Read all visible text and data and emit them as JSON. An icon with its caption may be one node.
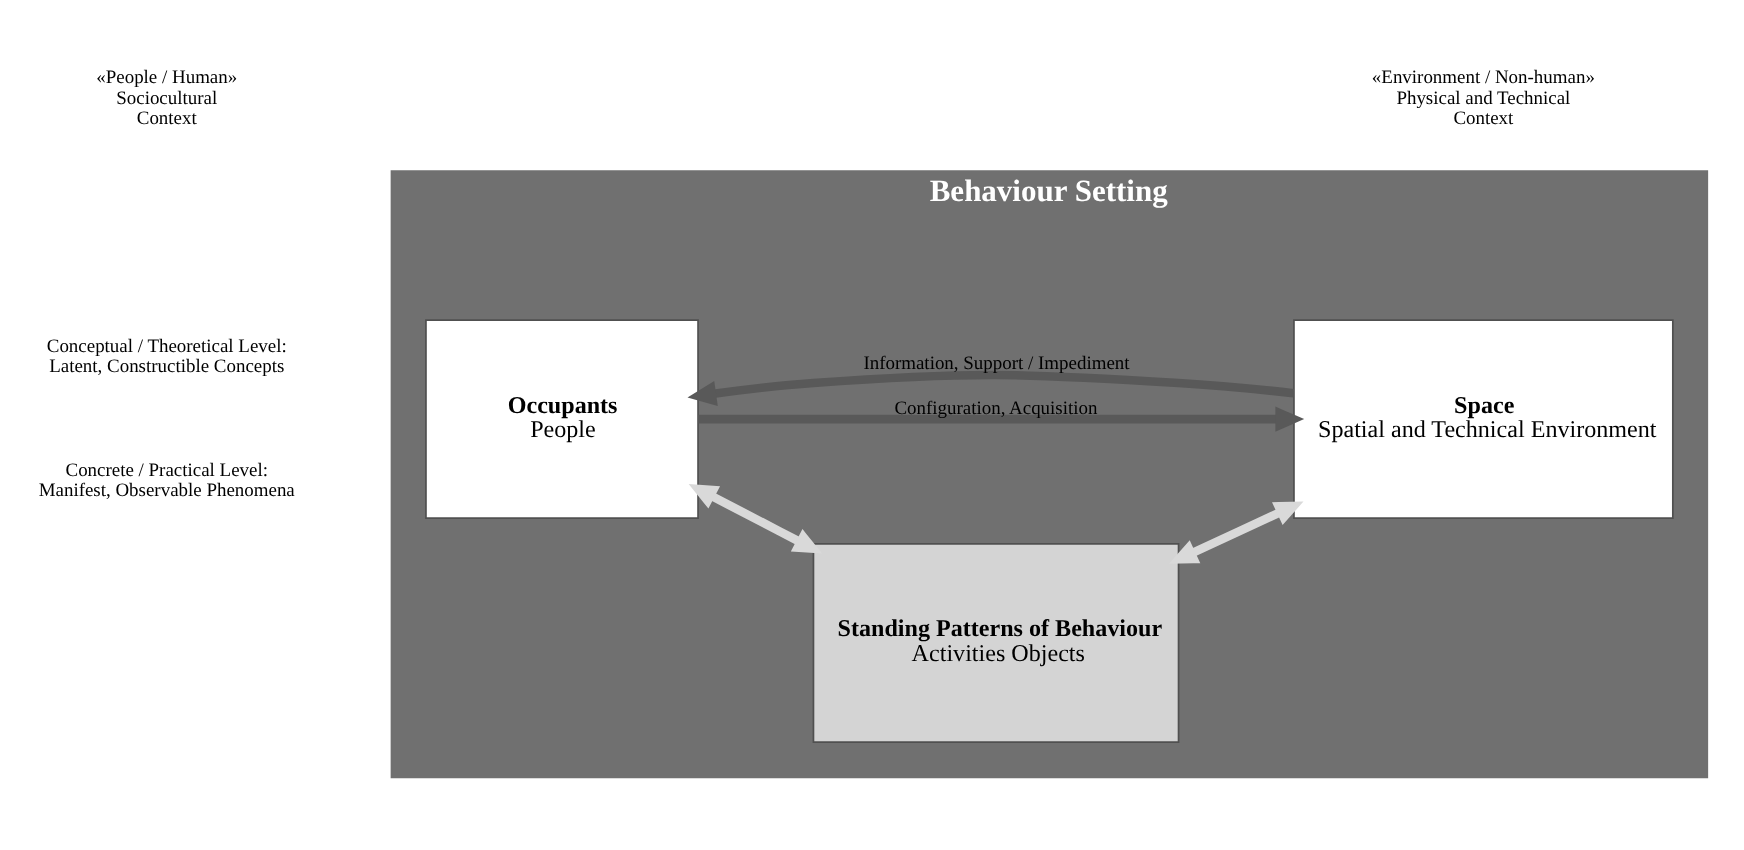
{
  "diagram": {
    "nodes": [
      {
        "text": [
          "Behaviour Setting"
        ]
      },
      {
        "text": [
          "Occupants",
          "People"
        ],
        "in": 0
      },
      {
        "text": [
          "Standing Patterns of Behaviour",
          "Activities Objects"
        ],
        "in": 0
      },
      {
        "text": [
          "Space",
          "Spatial and Technical Environment"
        ],
        "in": 0
      }
    ],
    "edges": [
      {
        "from": 1,
        "to": 3,
        "arrow": "to",
        "label": "Configuration, Acquisition",
        "color": "#595959"
      },
      {
        "from": 3,
        "to": 1,
        "arrow": "to",
        "label": "Information, Support / Impediment",
        "color": "#595959"
      },
      {
        "from": 1,
        "to": 2,
        "arrow": "both",
        "color": "#d9d9d9"
      },
      {
        "from": 2,
        "to": 3,
        "arrow": "both",
        "color": "#d9d9d9"
      }
    ],
    "labels": [
      "«People / Human» Sociocultural Context",
      "«Environment / Non-human» Physical and Technical Context",
      "Conceptual / Theoretical Level: Latent, Constructible Concepts",
      "Concrete / Practical Level: Manifest, Observable Phenomena"
    ]
  }
}
